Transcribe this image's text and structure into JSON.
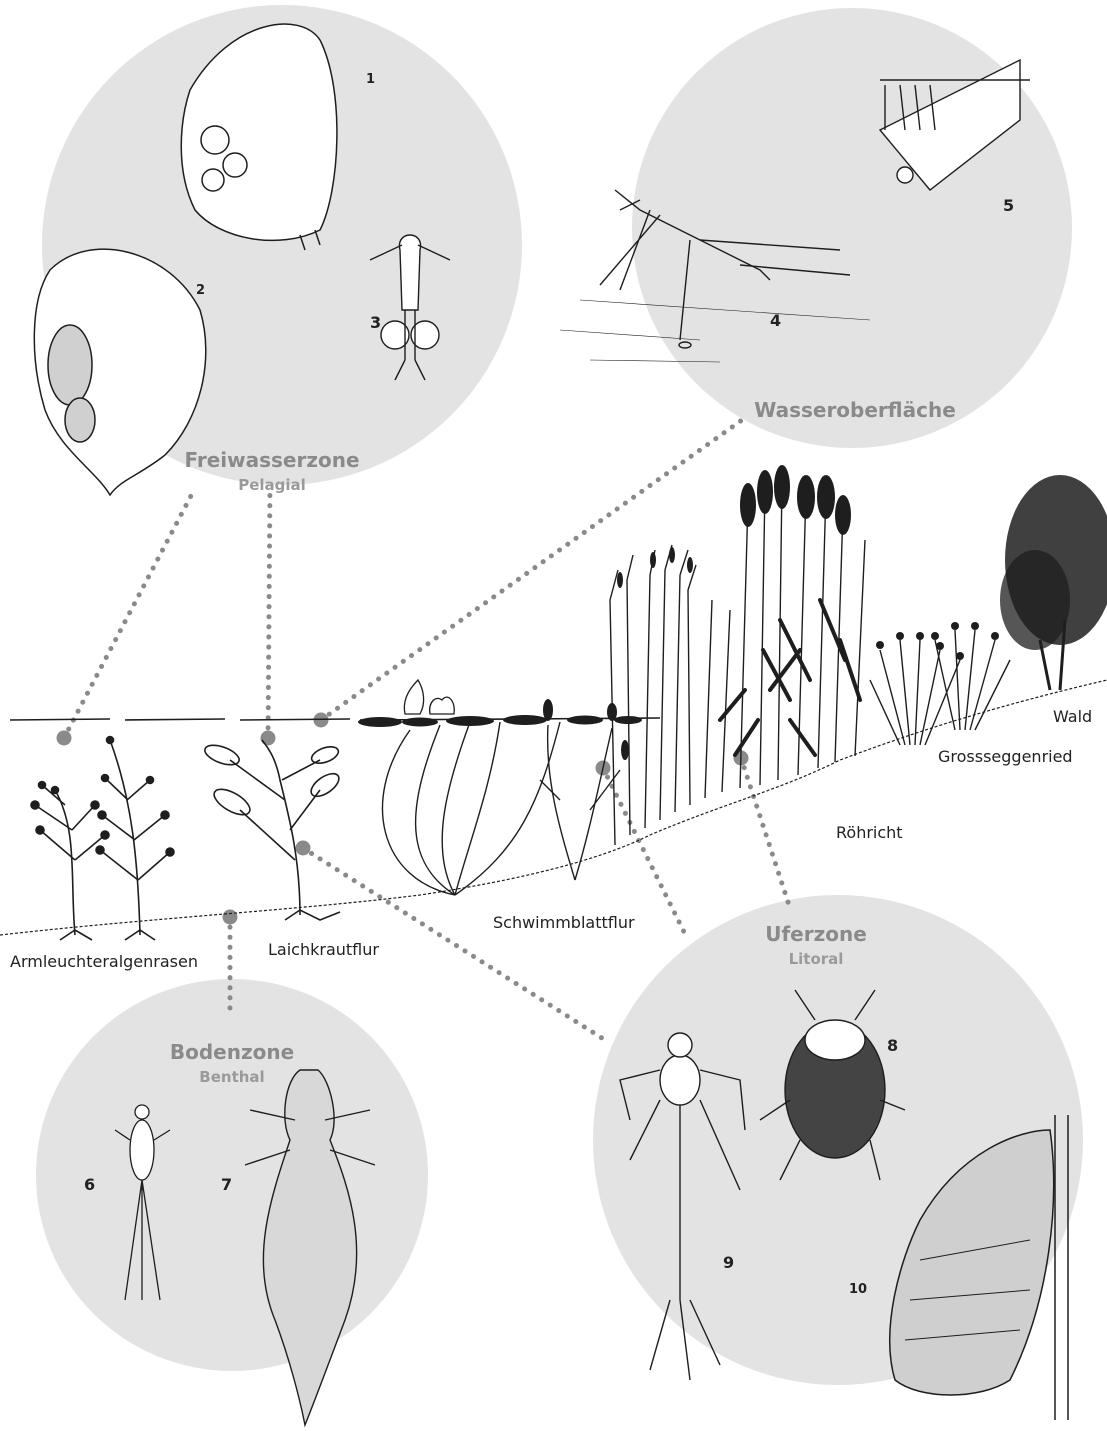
{
  "zones": {
    "freiwasser": {
      "title": "Freiwasserzone",
      "subtitle": "Pelagial"
    },
    "oberflaeche": {
      "title": "Wasseroberfläche"
    },
    "ufer": {
      "title": "Uferzone",
      "subtitle": "Litoral"
    },
    "boden": {
      "title": "Bodenzone",
      "subtitle": "Benthal"
    }
  },
  "vegetation": {
    "armleuchter": "Armleuchteralgenrasen",
    "laichkraut": "Laichkrautflur",
    "schwimmblatt": "Schwimmblattflur",
    "roehricht": "Röhricht",
    "grossseggen": "Grossseggenried",
    "wald": "Wald"
  },
  "numbers": [
    "1",
    "2",
    "3",
    "4",
    "5",
    "6",
    "7",
    "8",
    "9",
    "10"
  ],
  "colors": {
    "circle": "#e3e3e3",
    "accent": "#8a8a8a",
    "ink": "#1e1e1e"
  }
}
